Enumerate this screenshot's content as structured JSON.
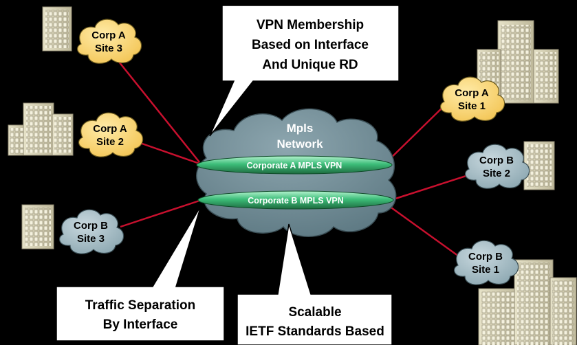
{
  "network": {
    "title_line1": "Mpls",
    "title_line2": "Network",
    "vpn_a": "Corporate A MPLS VPN",
    "vpn_b": "Corporate B MPLS VPN"
  },
  "sites": {
    "corp_a_site3": {
      "line1": "Corp A",
      "line2": "Site 3"
    },
    "corp_a_site2": {
      "line1": "Corp A",
      "line2": "Site 2"
    },
    "corp_b_site3": {
      "line1": "Corp B",
      "line2": "Site 3"
    },
    "corp_a_site1": {
      "line1": "Corp A",
      "line2": "Site 1"
    },
    "corp_b_site2": {
      "line1": "Corp B",
      "line2": "Site 2"
    },
    "corp_b_site1": {
      "line1": "Corp B",
      "line2": "Site 1"
    }
  },
  "callouts": {
    "membership": [
      "VPN Membership",
      "Based on Interface",
      "And Unique RD"
    ],
    "separation": [
      "Traffic Separation",
      "By Interface"
    ],
    "scalable": [
      "Scalable",
      "IETF Standards Based"
    ]
  },
  "colors": {
    "background": "#000000",
    "corp_a_cloud": "#FFD66B",
    "corp_b_cloud": "#9CB6C0",
    "mpls_cloud": "#6F8A94",
    "vpn_tube": "#3DBE7A",
    "link": "#C8102E",
    "callout_fill": "#FFFFFF",
    "building": "#D8D3B6"
  }
}
